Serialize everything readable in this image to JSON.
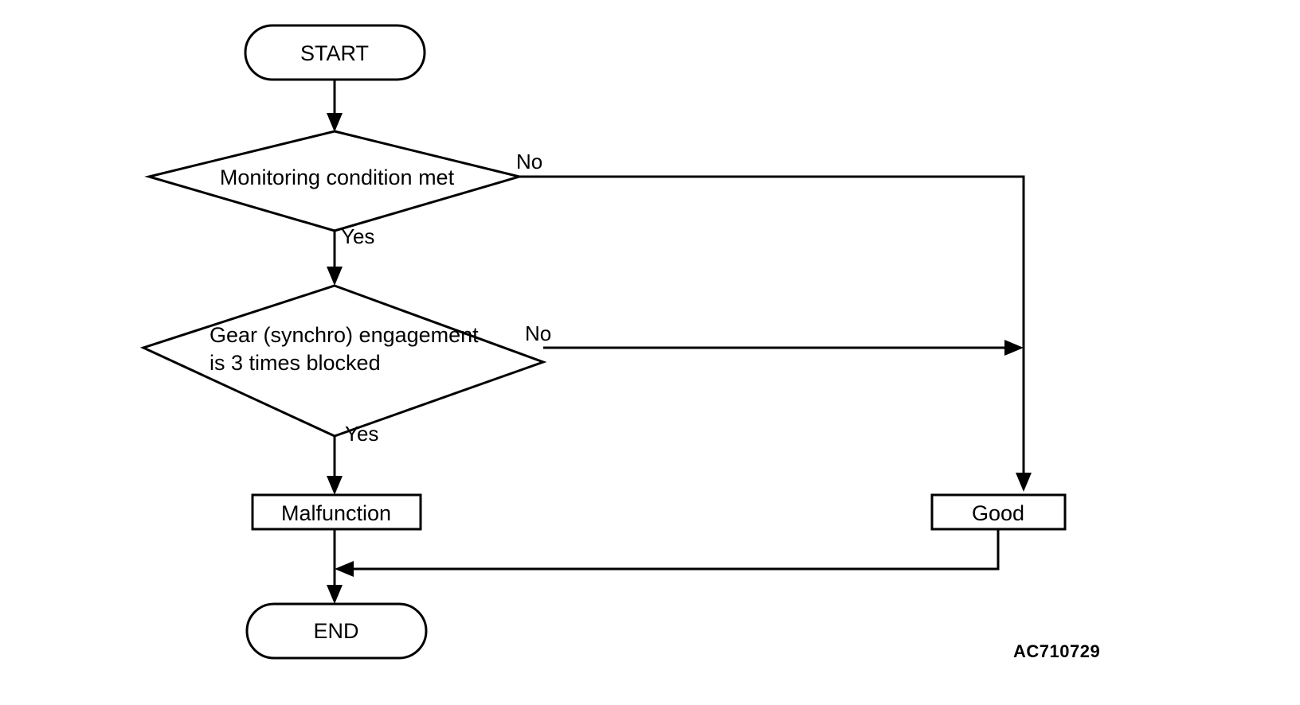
{
  "diagram": {
    "title": "Monitoring logic flowchart",
    "type": "flowchart",
    "background_color": "#ffffff",
    "line_color": "#000000",
    "nodes": {
      "start": {
        "label": "START",
        "shape": "terminator"
      },
      "decision_1": {
        "label": "Monitoring condition met",
        "shape": "decision"
      },
      "decision_2": {
        "shape": "decision",
        "line_1": "Gear (synchro) engagement",
        "line_2": "is 3 times blocked"
      },
      "malfunction": {
        "label": "Malfunction",
        "shape": "process"
      },
      "good": {
        "label": "Good",
        "shape": "process"
      },
      "end": {
        "label": "END",
        "shape": "terminator"
      }
    },
    "edge_labels": {
      "decision_1_no": "No",
      "decision_1_yes": "Yes",
      "decision_2_no": "No",
      "decision_2_yes": "Yes"
    },
    "watermark": "AC710729"
  }
}
